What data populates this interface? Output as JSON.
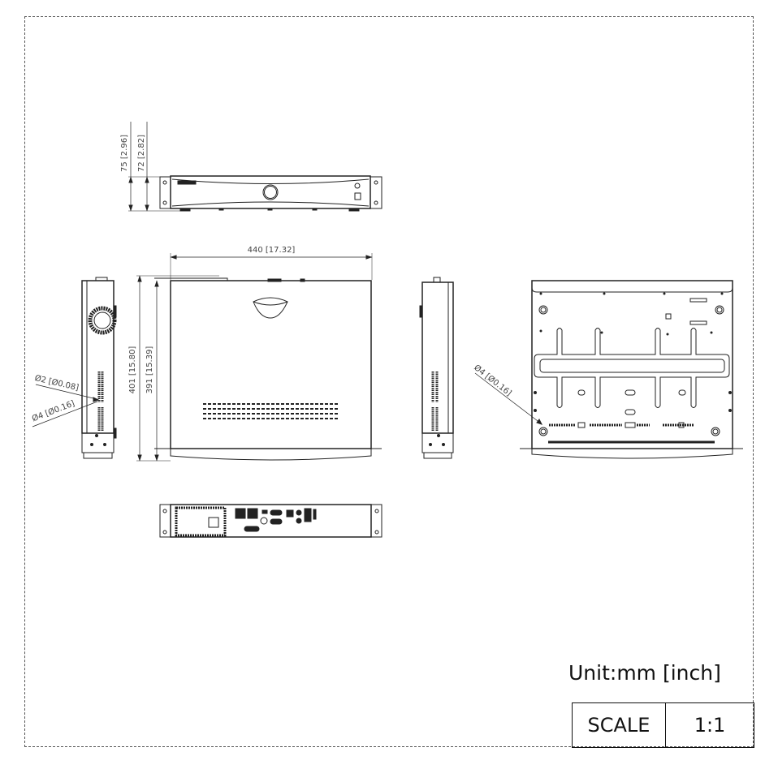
{
  "dimensions": {
    "height_total": "75 [2.96]",
    "height_body": "72 [2.82]",
    "width": "440 [17.32]",
    "depth_total": "401 [15.80]",
    "depth_body": "391 [15.39]",
    "hole_small": "Ø2 [Ø0.08]",
    "hole_large_side": "Ø4 [Ø0.16]",
    "hole_large_bottom": "Ø4 [Ø0.16]"
  },
  "title_block": {
    "unit": "Unit:mm [inch]",
    "scale_label": "SCALE",
    "scale_value": "1:1"
  }
}
